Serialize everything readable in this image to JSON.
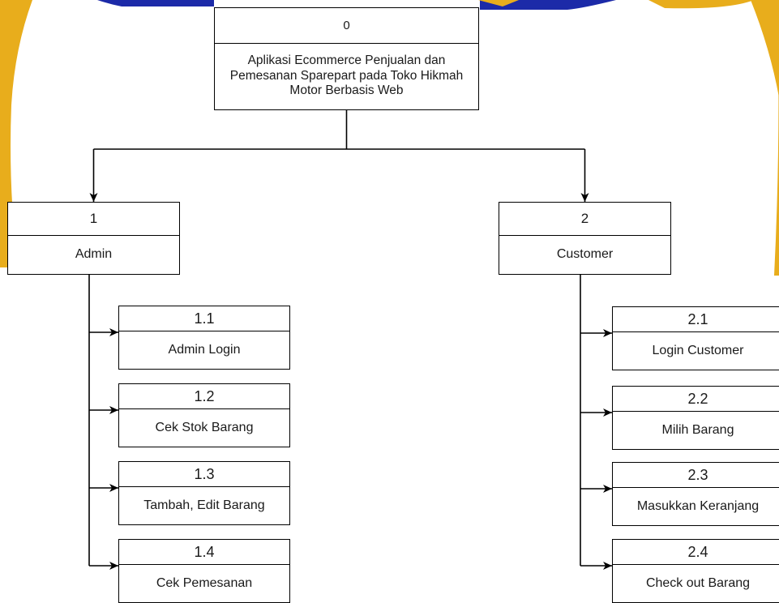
{
  "colors": {
    "line": "#000000",
    "box_fill": "#ffffff",
    "text": "#1a1a1a",
    "decor_gold": "#e8ad1c",
    "decor_blue": "#1c2aa8"
  },
  "root": {
    "num": "0",
    "label": "Aplikasi Ecommerce Penjualan dan Pemesanan Sparepart pada Toko Hikmah Motor Berbasis Web"
  },
  "admin": {
    "num": "1",
    "label": "Admin",
    "children": [
      {
        "num": "1.1",
        "label": "Admin Login"
      },
      {
        "num": "1.2",
        "label": "Cek Stok Barang"
      },
      {
        "num": "1.3",
        "label": "Tambah, Edit Barang"
      },
      {
        "num": "1.4",
        "label": "Cek Pemesanan"
      }
    ]
  },
  "customer": {
    "num": "2",
    "label": "Customer",
    "children": [
      {
        "num": "2.1",
        "label": "Login Customer"
      },
      {
        "num": "2.2",
        "label": "Milih Barang"
      },
      {
        "num": "2.3",
        "label": "Masukkan Keranjang"
      },
      {
        "num": "2.4",
        "label": "Check out Barang"
      }
    ]
  }
}
